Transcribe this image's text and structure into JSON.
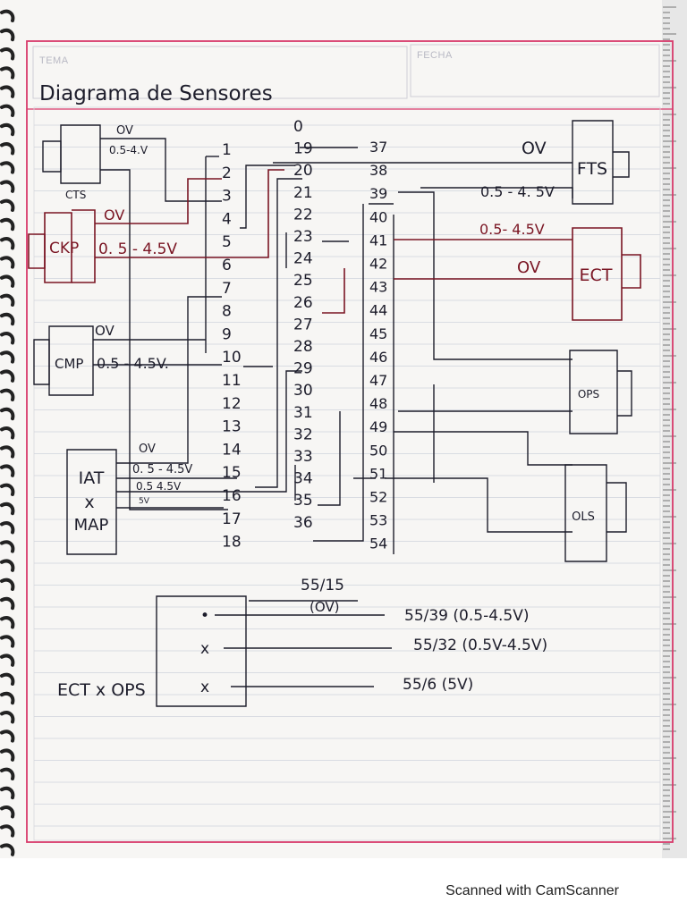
{
  "header": {
    "tema_label": "TEMA",
    "fecha_label": "FECHA",
    "title": "Diagrama de Sensores"
  },
  "sensors": {
    "cts": {
      "name": "CTS",
      "v1": "OV",
      "v2": "0.5-4.V"
    },
    "ckp": {
      "name": "CKP",
      "v1": "OV",
      "v2": "0. 5 - 4.5V"
    },
    "cmp": {
      "name": "CMP",
      "v1": "OV",
      "v2": "0.5 - 4.5V."
    },
    "iat_map": {
      "line1": "IAT",
      "line2": "x",
      "line3": "MAP",
      "v1": "OV",
      "v2": "0. 5 - 4.5V",
      "v3": "0.5 4.5V",
      "v4": "5V"
    },
    "fts": {
      "name": "FTS",
      "v1": "OV",
      "v2": "0.5 - 4. 5V"
    },
    "ect": {
      "name": "ECT",
      "v1": "0.5- 4.5V",
      "v2": "OV"
    },
    "ops": {
      "name": "OPS"
    },
    "ols": {
      "name": "OLS"
    }
  },
  "pins": {
    "col1": [
      "1",
      "2",
      "3",
      "4",
      "5",
      "6",
      "7",
      "8",
      "9",
      "10",
      "11",
      "12",
      "13",
      "14",
      "15",
      "16",
      "17",
      "18"
    ],
    "col2": [
      "0",
      "19",
      "20",
      "21",
      "22",
      "23",
      "24",
      "25",
      "26",
      "27",
      "28",
      "29",
      "30",
      "31",
      "32",
      "33",
      "34",
      "35",
      "36"
    ],
    "col3": [
      "37",
      "38",
      "39",
      "40",
      "41",
      "42",
      "43",
      "44",
      "45",
      "46",
      "47",
      "48",
      "49",
      "50",
      "51",
      "52",
      "53",
      "54"
    ]
  },
  "ect_ops": {
    "label": "ECT x OPS",
    "top_label": "55/15",
    "top_sub": "(OV)",
    "marks": [
      "•",
      "x",
      "x"
    ],
    "lines": [
      "55/39 (0.5-4.5V)",
      "55/32 (0.5V-4.5V)",
      "55/6 (5V)"
    ]
  },
  "footer": {
    "scanner": "Scanned with CamScanner"
  }
}
